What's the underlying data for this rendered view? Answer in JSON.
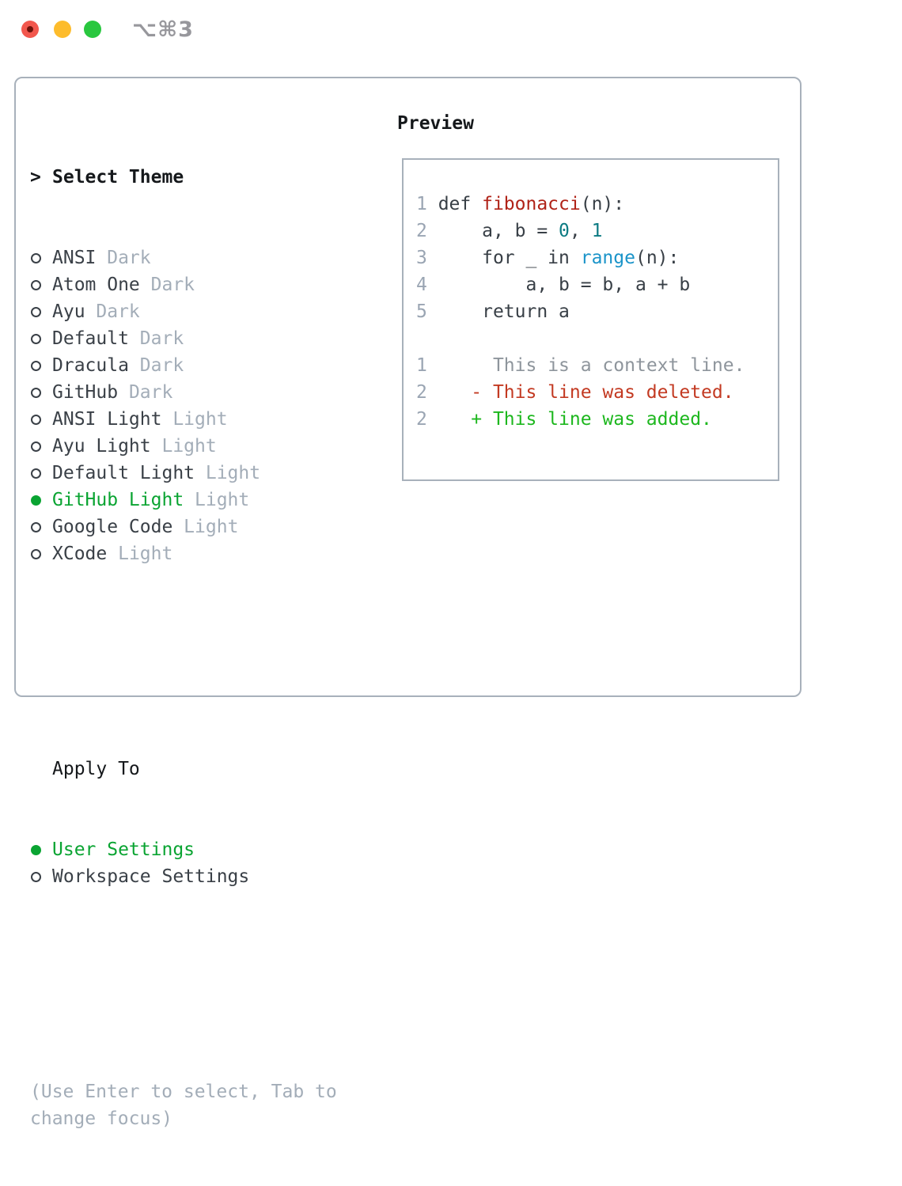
{
  "titlebar": {
    "shortcut": "⌥⌘3"
  },
  "theme_panel": {
    "prompt": ">",
    "title": "Select Theme",
    "items": [
      {
        "name": "ANSI",
        "variant": "Dark",
        "selected": false
      },
      {
        "name": "Atom One",
        "variant": "Dark",
        "selected": false
      },
      {
        "name": "Ayu",
        "variant": "Dark",
        "selected": false
      },
      {
        "name": "Default",
        "variant": "Dark",
        "selected": false
      },
      {
        "name": "Dracula",
        "variant": "Dark",
        "selected": false
      },
      {
        "name": "GitHub",
        "variant": "Dark",
        "selected": false
      },
      {
        "name": "ANSI Light",
        "variant": "Light",
        "selected": false
      },
      {
        "name": "Ayu Light",
        "variant": "Light",
        "selected": false
      },
      {
        "name": "Default Light",
        "variant": "Light",
        "selected": false
      },
      {
        "name": "GitHub Light",
        "variant": "Light",
        "selected": true
      },
      {
        "name": "Google Code",
        "variant": "Light",
        "selected": false
      },
      {
        "name": "XCode",
        "variant": "Light",
        "selected": false
      }
    ]
  },
  "apply_panel": {
    "title": "Apply To",
    "options": [
      {
        "label": "User Settings",
        "selected": true
      },
      {
        "label": "Workspace Settings",
        "selected": false
      }
    ]
  },
  "hint": {
    "lines": [
      "(Use Enter to select, Tab to",
      "change focus)"
    ]
  },
  "preview": {
    "title": "Preview",
    "lines": [
      [
        [
          "1 ",
          "ln"
        ],
        [
          "def ",
          "code"
        ],
        [
          "fibonacci",
          "fn"
        ],
        [
          "(n):",
          "code"
        ]
      ],
      [
        [
          "2 ",
          "ln"
        ],
        [
          "    a, b = ",
          "code"
        ],
        [
          "0",
          "num"
        ],
        [
          ", ",
          "code"
        ],
        [
          "1",
          "num"
        ]
      ],
      [
        [
          "3 ",
          "ln"
        ],
        [
          "    for _ in ",
          "code"
        ],
        [
          "range",
          "call"
        ],
        [
          "(n):",
          "code"
        ]
      ],
      [
        [
          "4 ",
          "ln"
        ],
        [
          "        a, b = b, a + b",
          "code"
        ]
      ],
      [
        [
          "5 ",
          "ln"
        ],
        [
          "    return a",
          "code"
        ]
      ],
      [],
      [
        [
          "1 ",
          "ln"
        ],
        [
          "     ",
          "code"
        ],
        [
          "This is a context line.",
          "ctx"
        ]
      ],
      [
        [
          "2 ",
          "ln"
        ],
        [
          "   ",
          "code"
        ],
        [
          "- This line was deleted.",
          "del"
        ]
      ],
      [
        [
          "2 ",
          "ln"
        ],
        [
          "   ",
          "code"
        ],
        [
          "+ This line was added.",
          "add"
        ]
      ]
    ]
  },
  "colors": {
    "frame": "#a8b1bb",
    "ink": "#15181b",
    "item_dark": "#3a4047",
    "muted": "#a3adb8",
    "accent_green": "#0aa432",
    "title_gray": "#97979c",
    "traffic_red": "#f2574d",
    "traffic_red_dot": "#6e120a",
    "traffic_yellow": "#fdbc2c",
    "traffic_green": "#29c73f",
    "code_lineno": "#9aa5b3",
    "code_default": "#383f46",
    "code_function_red": "#b02318",
    "code_number_teal": "#0c7b83",
    "code_call_blue": "#1b94c9",
    "diff_context_gray": "#8e959c",
    "diff_deleted_red": "#c33a22",
    "diff_added_green": "#1db71e"
  }
}
